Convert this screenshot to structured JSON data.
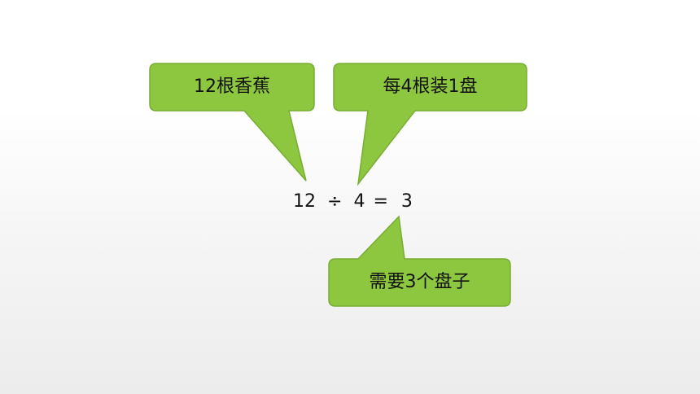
{
  "callouts": {
    "bananas": "12根香蕉",
    "per_plate": "每4根装1盘",
    "result": "需要3个盘子"
  },
  "equation": {
    "dividend": "12",
    "operator": "÷",
    "divisor": "4",
    "equals": "=",
    "quotient": "3"
  },
  "colors": {
    "callout_fill": "#8dc63f",
    "callout_border": "#78ad33",
    "text": "#111111"
  }
}
